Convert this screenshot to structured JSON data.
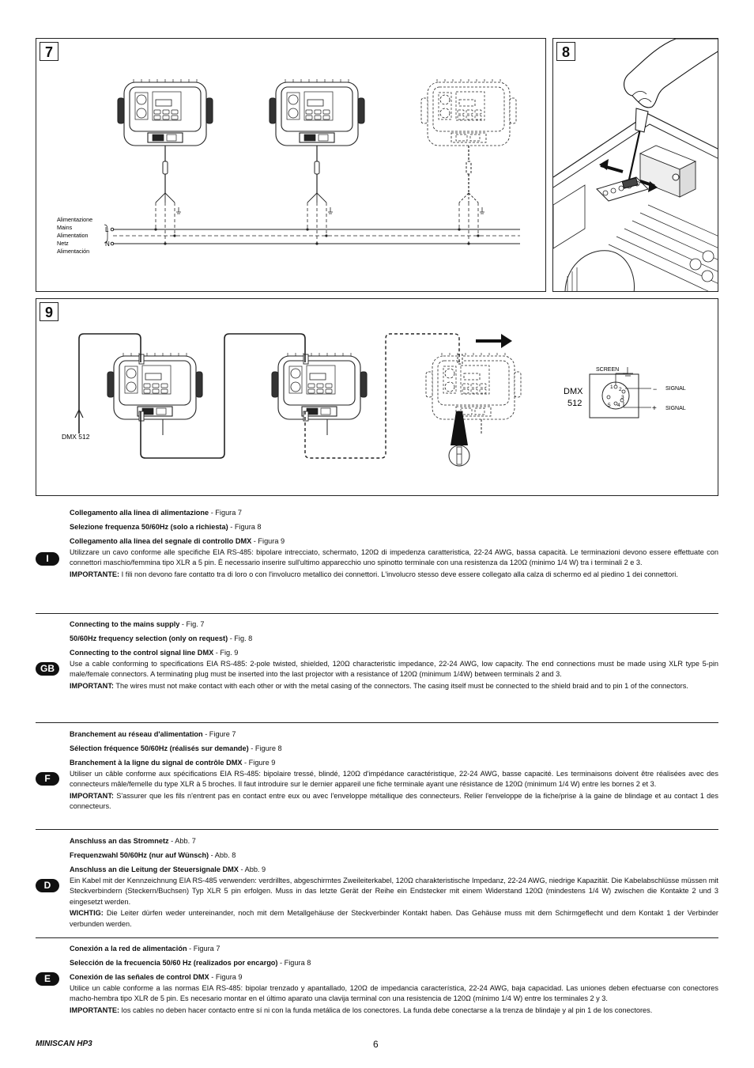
{
  "figure7": {
    "number": "7",
    "supply_labels": [
      "Alimentazione",
      "Mains",
      "Alimentation",
      "Netz",
      "Alimentación"
    ],
    "line_L": "L",
    "line_N": "N"
  },
  "figure8": {
    "number": "8"
  },
  "figure9": {
    "number": "9",
    "dmx_input_label": "DMX 512",
    "connector_dmx": "DMX",
    "connector_512": "512",
    "screen_label": "SCREEN",
    "signal_minus_label": "SIGNAL",
    "signal_plus_label": "SIGNAL",
    "minus_sign": "−",
    "plus_sign": "+",
    "pins": [
      "1",
      "2",
      "3",
      "4",
      "5"
    ]
  },
  "sections": [
    {
      "badge": "I",
      "line1_bold": "Collegamento alla linea di alimentazione",
      "line1_rest": " - Figura 7",
      "line2_bold": "Selezione frequenza 50/60Hz (solo a richiesta)",
      "line2_rest": " - Figura 8",
      "line3_bold": "Collegamento alla linea del segnale di controllo DMX",
      "line3_rest": " - Figura 9",
      "body": "Utilizzare un cavo conforme alle specifiche EIA RS-485: bipolare intrecciato, schermato, 120Ω di impedenza caratteristica, 22-24 AWG, bassa capacità. Le terminazioni devono essere effettuate con connettori maschio/femmina tipo XLR a 5 pin. È necessario inserire sull'ultimo apparecchio uno spinotto terminale con una resistenza da 120Ω (minimo 1/4 W) tra i terminali 2 e 3.",
      "important_label": "IMPORTANTE:",
      "important_text": " I fili non devono fare contatto tra di loro o con l'involucro metallico dei connettori. L'involucro stesso deve essere collegato alla calza di schermo ed al piedino 1 dei connettori."
    },
    {
      "badge": "GB",
      "line1_bold": "Connecting to the mains supply",
      "line1_rest": " - Fig. 7",
      "line2_bold": "50/60Hz frequency selection  (only on request)",
      "line2_rest": " - Fig. 8",
      "line3_bold": "Connecting to the control signal line DMX",
      "line3_rest": " - Fig. 9",
      "body": "Use a cable conforming to specifications EIA RS-485: 2-pole twisted, shielded, 120Ω characteristic impedance, 22-24 AWG, low capacity. The end connections must be made using XLR type 5-pin male/female connectors. A terminating plug must be inserted into the last projector with a resistance of 120Ω (minimum 1/4W) between terminals 2 and 3.",
      "important_label": "IMPORTANT:",
      "important_text": " The wires must not make contact with each other or with the metal casing of the connectors. The casing itself must be connected to the shield braid and to pin 1 of the connectors."
    },
    {
      "badge": "F",
      "line1_bold": "Branchement au réseau d'alimentation",
      "line1_rest": " - Figure 7",
      "line2_bold": "Sélection fréquence 50/60Hz (réalisés sur demande)",
      "line2_rest": " - Figure 8",
      "line3_bold": "Branchement à la ligne du signal de contrôle DMX",
      "line3_rest": " - Figure 9",
      "body": "Utiliser un câble conforme aux spécifications EIA RS-485: bipolaire tressé, blindé, 120Ω d'impédance caractéristique, 22-24 AWG, basse capacité. Les terminaisons doivent être réalisées avec des connecteurs mâle/femelle du type XLR à 5 broches. Il faut introduire sur le dernier appareil une fiche terminale ayant une résistance de 120Ω (minimum 1/4 W) entre les bornes 2 et 3.",
      "important_label": "IMPORTANT:",
      "important_text": " S'assurer que les fils n'entrent pas en contact entre eux ou avec l'enveloppe métallique des connecteurs. Relier l'enveloppe de la fiche/prise à la gaine de blindage et au contact 1 des connecteurs."
    },
    {
      "badge": "D",
      "line1_bold": "Anschluss an das Stromnetz",
      "line1_rest": " - Abb. 7",
      "line2_bold": "Frequenzwahl 50/60Hz (nur auf Wünsch)",
      "line2_rest": " - Abb. 8",
      "line3_bold": "Anschluss an die Leitung der Steuersignale DMX",
      "line3_rest": " - Abb. 9",
      "body": "Ein Kabel mit der Kennzeichnung EIA RS-485 verwenden: verdrilltes, abgeschirmtes Zweileiterkabel, 120Ω charakteristische Impedanz, 22-24 AWG, niedrige Kapazität. Die Kabelabschlüsse müssen mit Steckverbindern (Steckern/Buchsen) Typ XLR 5 pin erfolgen. Muss in das letzte Gerät der Reihe ein Endstecker mit einem Widerstand 120Ω (mindestens 1/4 W) zwischen die Kontakte 2 und 3 eingesetzt werden.",
      "important_label": "WICHTIG:",
      "important_text": " Die Leiter dürfen weder untereinander, noch mit dem Metallgehäuse der Steckverbinder Kontakt haben. Das Gehäuse muss mit dem Schirmgeflecht und dem Kontakt 1 der Verbinder verbunden werden."
    },
    {
      "badge": "E",
      "line1_bold": "Conexión a la red de alimentación",
      "line1_rest": " - Figura 7",
      "line2_bold": "Selección de la frecuencia 50/60 Hz (realizados por encargo)",
      "line2_rest": " - Figura 8",
      "line3_bold": "Conexión de las señales de control DMX",
      "line3_rest": "  - Figura 9",
      "body": "Utilice un cable conforme a las normas EIA RS-485: bipolar trenzado y apantallado, 120Ω de impedancia característica, 22-24 AWG, baja capacidad. Las uniones deben efectuarse con conectores macho-hembra tipo XLR de 5 pin. Es necesario montar en el último aparato una clavija terminal con una resistencia de 120Ω (mínimo 1/4 W) entre los terminales 2 y 3.",
      "important_label": "IMPORTANTE:",
      "important_text": " los cables no deben hacer contacto entre sí ni con la funda metálica de los conectores. La funda debe conectarse a la trenza de blindaje y al pin 1 de los conectores."
    }
  ],
  "footer": {
    "model": "MINISCAN HP3",
    "page": "6"
  }
}
